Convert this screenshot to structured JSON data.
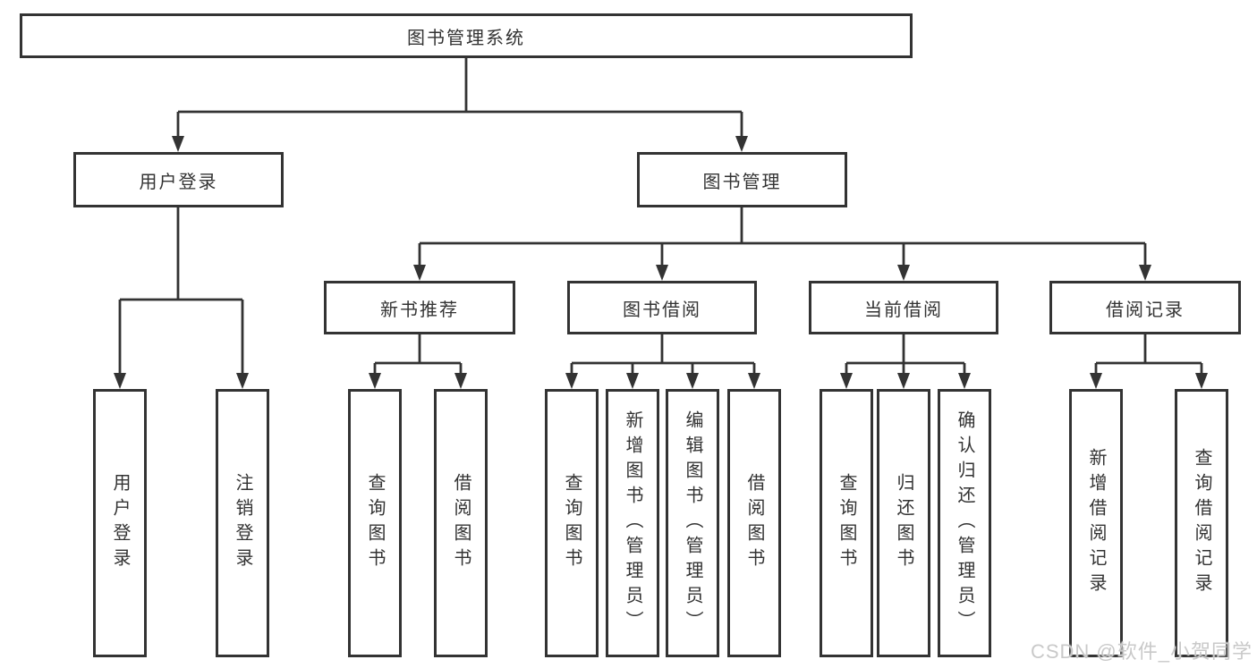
{
  "tree": {
    "root": {
      "label": "图书管理系统"
    },
    "level2": [
      {
        "label": "用户登录",
        "children": [
          {
            "label": "用户登录"
          },
          {
            "label": "注销登录"
          }
        ]
      },
      {
        "label": "图书管理",
        "children": [
          {
            "label": "新书推荐",
            "children": [
              {
                "label": "查询图书"
              },
              {
                "label": "借阅图书"
              }
            ]
          },
          {
            "label": "图书借阅",
            "children": [
              {
                "label": "查询图书"
              },
              {
                "label": "新增图书（管理员）"
              },
              {
                "label": "编辑图书（管理员）"
              },
              {
                "label": "借阅图书"
              }
            ]
          },
          {
            "label": "当前借阅",
            "children": [
              {
                "label": "查询图书"
              },
              {
                "label": "归还图书"
              },
              {
                "label": "确认归还（管理员）"
              }
            ]
          },
          {
            "label": "借阅记录",
            "children": [
              {
                "label": "新增借阅记录"
              },
              {
                "label": "查询借阅记录"
              }
            ]
          }
        ]
      }
    ]
  },
  "watermark": {
    "text": "CSDN @软件_小贺同学"
  },
  "colors": {
    "line": "#333333",
    "box_border": "#333333",
    "text": "#333333",
    "background": "#ffffff",
    "watermark": "#c9c9c9"
  }
}
